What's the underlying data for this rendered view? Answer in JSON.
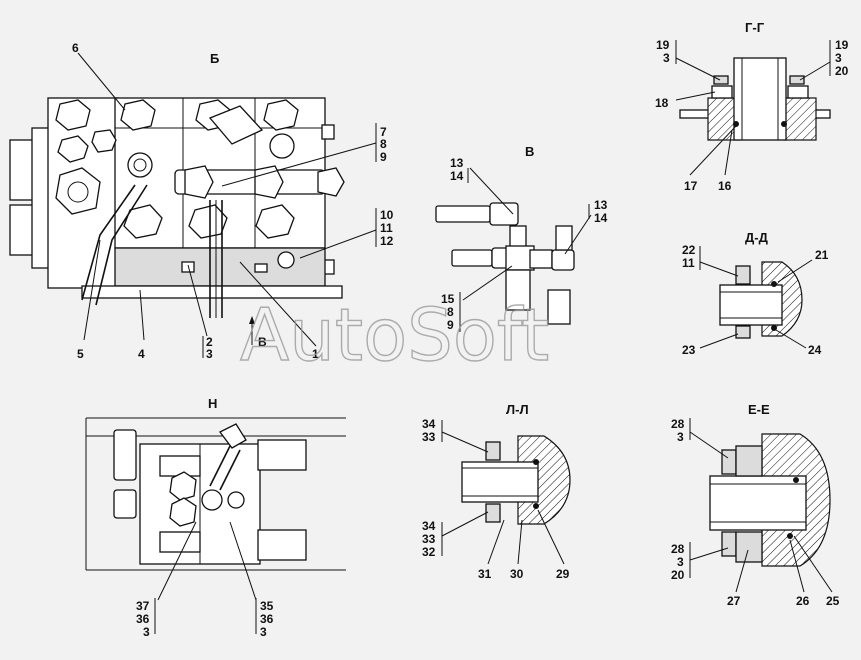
{
  "views": {
    "b": {
      "title": "Б"
    },
    "v": {
      "title": "В"
    },
    "gg": {
      "title": "Г-Г"
    },
    "dd": {
      "title": "Д-Д"
    },
    "n": {
      "title": "Н"
    },
    "ll": {
      "title": "Л-Л"
    },
    "ee": {
      "title": "Е-Е"
    }
  },
  "direction_label": "В",
  "watermark": "AutoSoft",
  "callouts": {
    "b_6": "6",
    "b_7": "7",
    "b_8": "8",
    "b_9": "9",
    "b_10": "10",
    "b_11": "11",
    "b_12": "12",
    "b_5": "5",
    "b_4": "4",
    "b_2": "2",
    "b_3": "3",
    "b_1": "1",
    "v_13a": "13",
    "v_14a": "14",
    "v_13b": "13",
    "v_14b": "14",
    "v_15": "15",
    "v_8": "8",
    "v_9": "9",
    "gg_19a": "19",
    "gg_3a": "3",
    "gg_19b": "19",
    "gg_3b": "3",
    "gg_20": "20",
    "gg_18": "18",
    "gg_17": "17",
    "gg_16": "16",
    "dd_22": "22",
    "dd_11": "11",
    "dd_21": "21",
    "dd_23": "23",
    "dd_24": "24",
    "n_37": "37",
    "n_36a": "36",
    "n_3a": "3",
    "n_35": "35",
    "n_36b": "36",
    "n_3b": "3",
    "ll_34a": "34",
    "ll_33a": "33",
    "ll_34b": "34",
    "ll_33b": "33",
    "ll_32": "32",
    "ll_31": "31",
    "ll_30": "30",
    "ll_29": "29",
    "ee_28a": "28",
    "ee_3a": "3",
    "ee_28b": "28",
    "ee_3b": "3",
    "ee_20": "20",
    "ee_27": "27",
    "ee_26": "26",
    "ee_25": "25"
  }
}
